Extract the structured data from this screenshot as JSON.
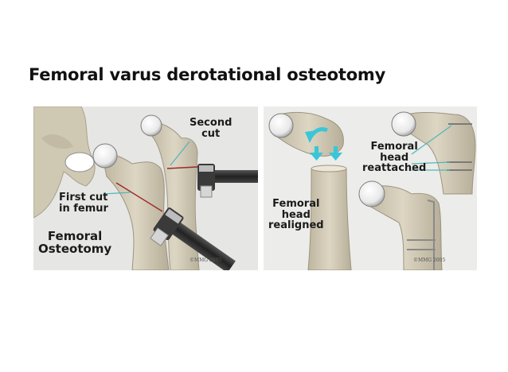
{
  "slide": {
    "title": "Femoral varus derotational osteotomy"
  },
  "left_panel": {
    "label_second_cut_1": "Second",
    "label_second_cut_2": "cut",
    "label_first_cut_1": "First cut",
    "label_first_cut_2": "in femur",
    "label_main_1": "Femoral",
    "label_main_2": "Osteotomy",
    "copyright": "©MMG 2005"
  },
  "right_panel": {
    "label_reattached_1": "Femoral",
    "label_reattached_2": "head",
    "label_reattached_3": "reattached",
    "label_realigned_1": "Femoral",
    "label_realigned_2": "head",
    "label_realigned_3": "realigned",
    "copyright": "©MMG 2005"
  },
  "colors": {
    "bone": "#d9d2bf",
    "bone_shadow": "#b9b19b",
    "cartilage": "#ffffff",
    "cut_line": "#9a2a2a",
    "pointer": "#4fb7b7",
    "arrow": "#39c6d8"
  }
}
